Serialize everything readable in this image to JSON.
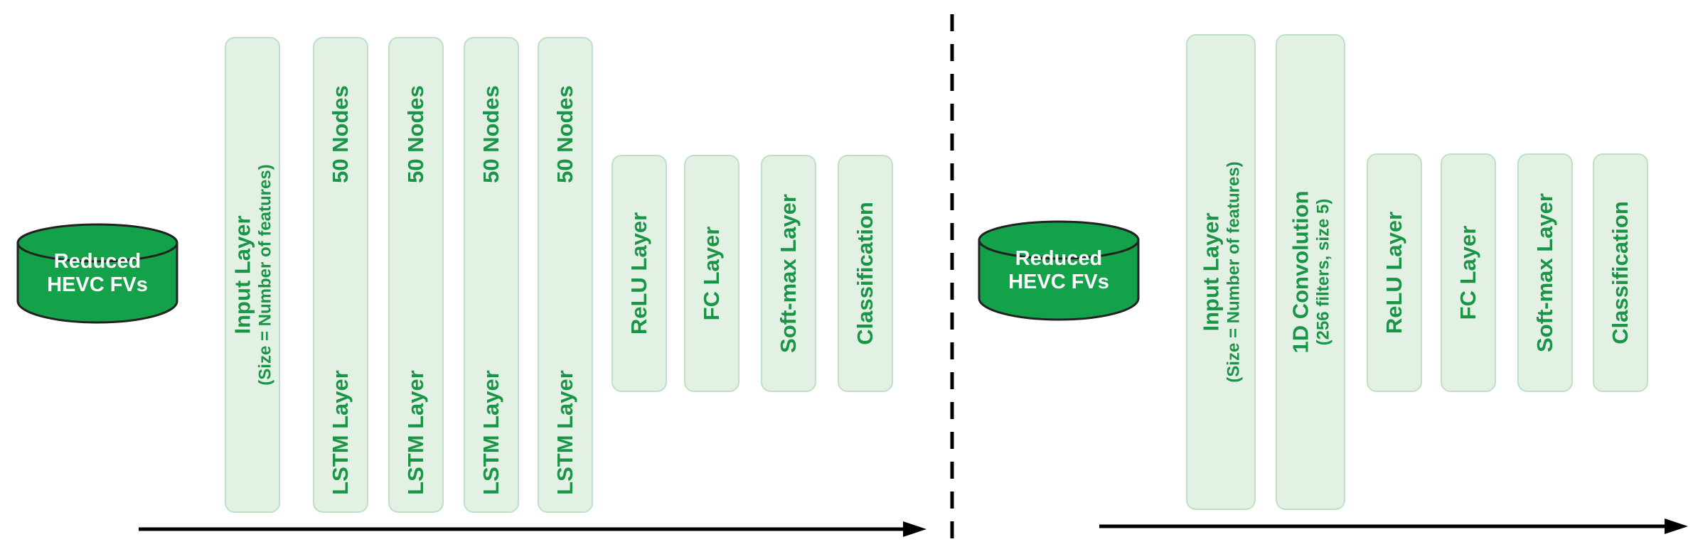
{
  "left_panel": {
    "datastore": {
      "line1": "Reduced",
      "line2": "HEVC FVs"
    },
    "input_layer": {
      "title": "Input Layer",
      "subtitle": "(Size = Number of features)"
    },
    "lstm_layers": [
      {
        "nodes": "50 Nodes",
        "label": "LSTM Layer"
      },
      {
        "nodes": "50 Nodes",
        "label": "LSTM Layer"
      },
      {
        "nodes": "50 Nodes",
        "label": "LSTM Layer"
      },
      {
        "nodes": "50 Nodes",
        "label": "LSTM Layer"
      }
    ],
    "relu_layer": "ReLU Layer",
    "fc_layer": "FC Layer",
    "softmax_layer": "Soft-max Layer",
    "classification": "Classification"
  },
  "right_panel": {
    "datastore": {
      "line1": "Reduced",
      "line2": "HEVC FVs"
    },
    "input_layer": {
      "title": "Input Layer",
      "subtitle": "(Size = Number of features)"
    },
    "conv_layer": {
      "title": "1D Convolution",
      "subtitle": "(256 filters, size 5)"
    },
    "relu_layer": "ReLU Layer",
    "fc_layer": "FC Layer",
    "softmax_layer": "Soft-max Layer",
    "classification": "Classification"
  },
  "colors": {
    "box_fill": "#e2f1e4",
    "box_border": "#bfe0c6",
    "text_green": "#1a9446",
    "cylinder": "#13a24a",
    "arrow": "#000000"
  }
}
